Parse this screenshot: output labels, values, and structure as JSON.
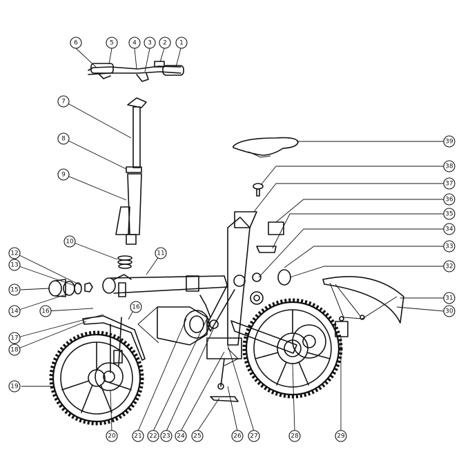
{
  "diagram": {
    "callouts": [
      "1",
      "2",
      "3",
      "4",
      "5",
      "6",
      "7",
      "8",
      "9",
      "10",
      "11",
      "12",
      "13",
      "14",
      "15",
      "16",
      "16",
      "17",
      "18",
      "19",
      "20",
      "21",
      "22",
      "23",
      "24",
      "25",
      "26",
      "27",
      "28",
      "29",
      "30",
      "31",
      "32",
      "33",
      "34",
      "35",
      "36",
      "37",
      "38",
      "39"
    ]
  }
}
